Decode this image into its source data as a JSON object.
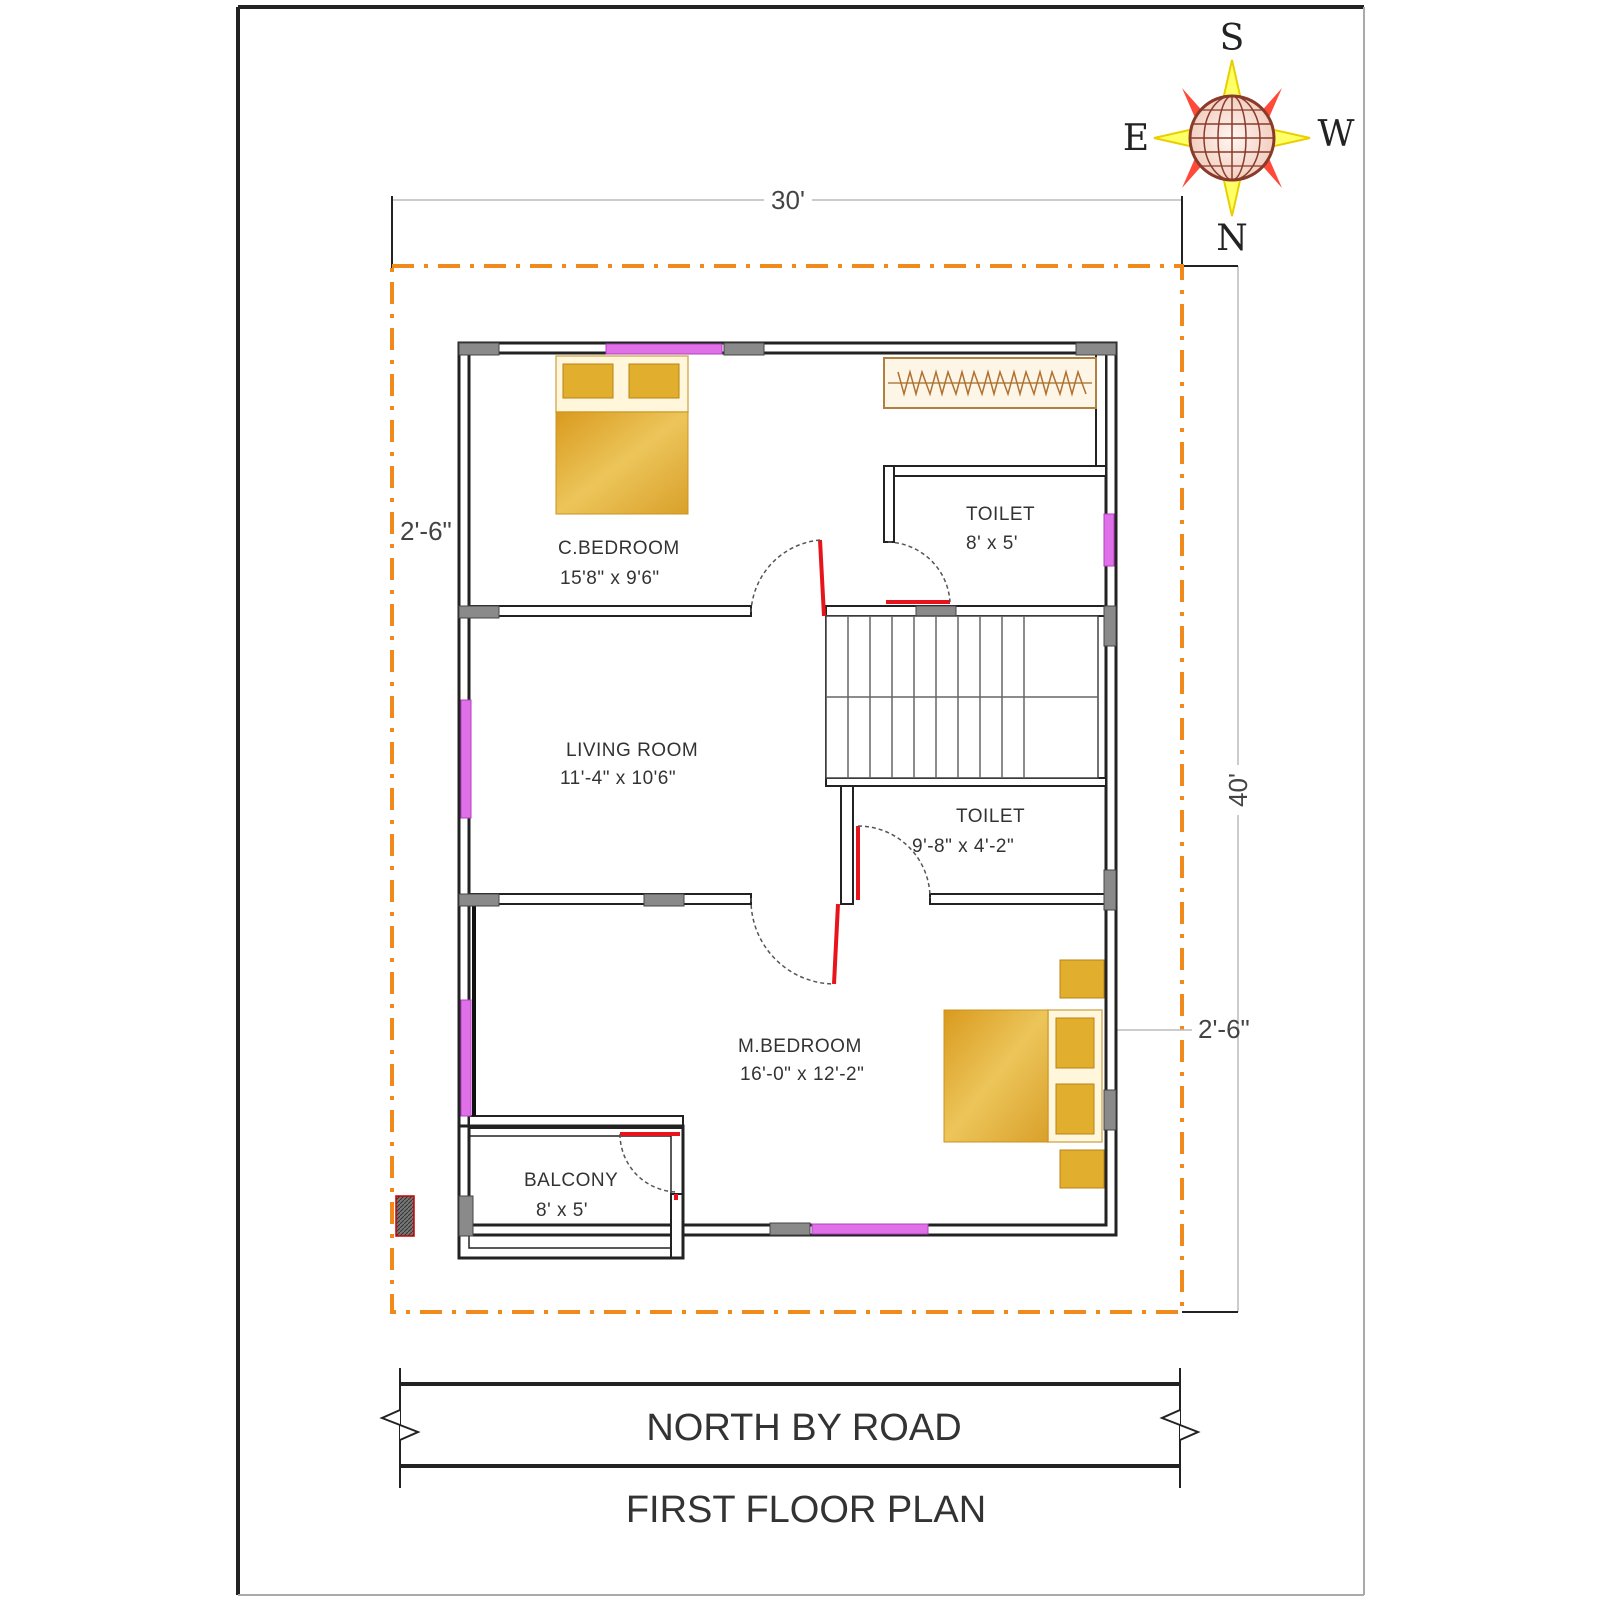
{
  "plot": {
    "width_label": "30'",
    "depth_label": "40'",
    "left_setback": "2'-6\"",
    "right_setback": "2'-6\""
  },
  "compass": {
    "top": "S",
    "bottom": "N",
    "left": "E",
    "right": "W"
  },
  "rooms": {
    "child_bedroom": {
      "name": "C.BEDROOM",
      "size": "15'8\" x 9'6\""
    },
    "toilet_1": {
      "name": "TOILET",
      "size": "8' x 5'"
    },
    "living_room": {
      "name": "LIVING ROOM",
      "size": "11'-4\" x 10'6\""
    },
    "toilet_2": {
      "name": "TOILET",
      "size": "9'-8\" x 4'-2\""
    },
    "master_bedroom": {
      "name": "M.BEDROOM",
      "size": "16'-0\" x 12'-2\""
    },
    "balcony": {
      "name": "BALCONY",
      "size": "8' x 5'"
    }
  },
  "road_label": "NORTH BY ROAD",
  "plan_title": "FIRST FLOOR PLAN",
  "colors": {
    "setback_line": "#f08a1c",
    "door": "#e8141c",
    "window": "#e070e8",
    "furniture": "#e2ae2e",
    "wall": "#222222"
  }
}
